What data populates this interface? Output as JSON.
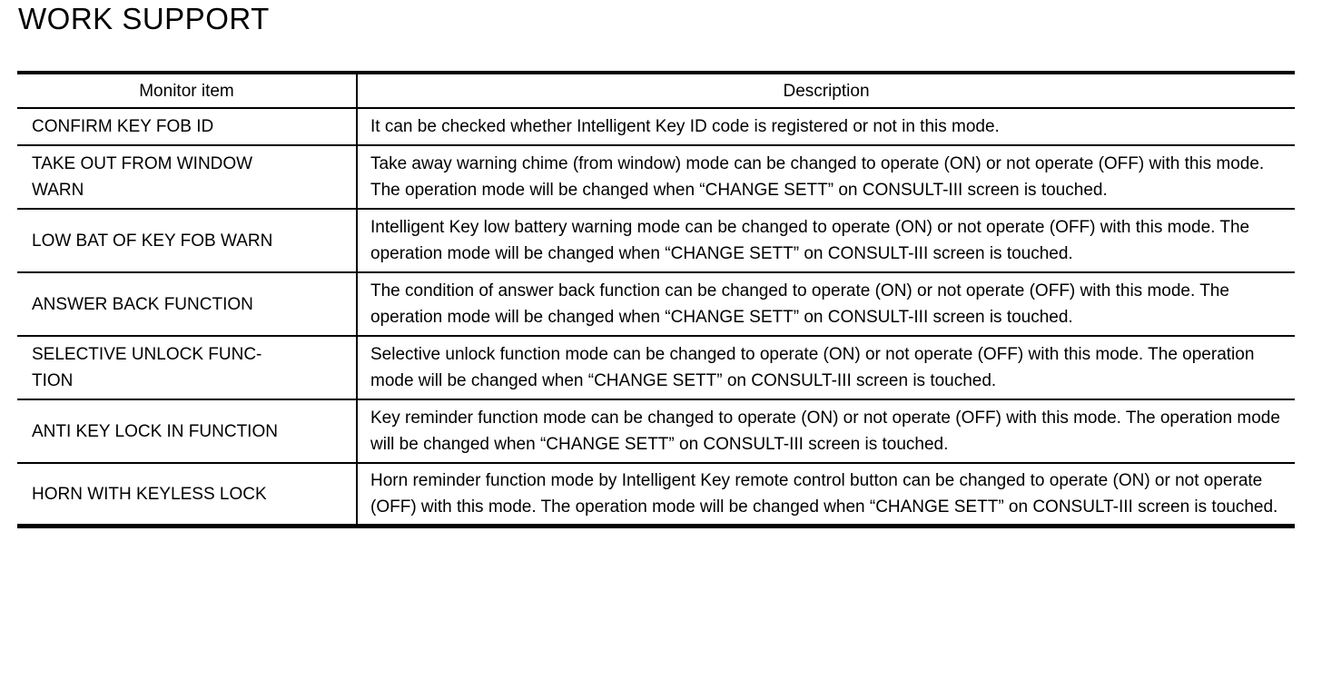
{
  "page_title": "WORK SUPPORT",
  "colors": {
    "text": "#000000",
    "background": "#ffffff",
    "rule": "#000000"
  },
  "table": {
    "headers": {
      "monitor_item": "Monitor item",
      "description": "Description"
    },
    "rows": [
      {
        "item": "CONFIRM KEY FOB ID",
        "description": "It can be checked whether Intelligent Key ID code is registered or not in this mode."
      },
      {
        "item": "TAKE OUT FROM WINDOW\nWARN",
        "description": "Take away warning chime (from window) mode can be changed to operate (ON) or not operate (OFF) with this mode. The operation mode will be changed when “CHANGE SETT” on CONSULT-III screen is touched."
      },
      {
        "item": "LOW BAT OF KEY FOB WARN",
        "description": "Intelligent Key low battery warning mode can be changed to operate (ON) or not operate (OFF) with this mode. The operation mode will be changed when “CHANGE SETT” on CONSULT-III screen is touched."
      },
      {
        "item": "ANSWER BACK FUNCTION",
        "description": "The condition of answer back function can be changed to operate (ON) or not operate (OFF) with this mode. The operation mode will be changed when “CHANGE SETT” on CONSULT-III screen is touched."
      },
      {
        "item": "SELECTIVE UNLOCK FUNC-\nTION",
        "description": "Selective unlock function mode can be changed to operate (ON) or not operate (OFF) with this mode. The operation mode will be changed when “CHANGE SETT” on CONSULT-III screen is touched."
      },
      {
        "item": "ANTI KEY LOCK IN FUNCTION",
        "description": "Key reminder function mode can be changed to operate (ON) or not operate (OFF) with this mode. The operation mode will be changed when “CHANGE SETT” on CONSULT-III screen is touched."
      },
      {
        "item": "HORN WITH KEYLESS LOCK",
        "description": "Horn reminder function mode by Intelligent Key remote control button can be changed to operate (ON) or not operate (OFF) with this mode. The operation mode will be changed when “CHANGE SETT” on CONSULT-III screen is touched."
      }
    ]
  }
}
